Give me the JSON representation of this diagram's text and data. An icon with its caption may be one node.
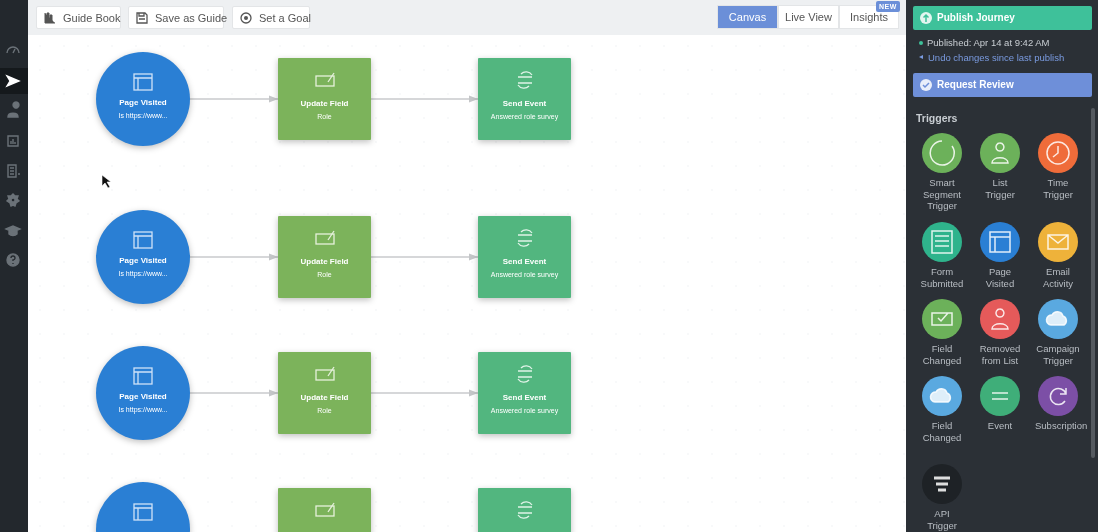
{
  "diagram": {
    "nodes": [
      {
        "text": [
          "Page Visited",
          "Is https://www..."
        ]
      },
      {
        "text": [
          "Update Field",
          "Role"
        ]
      },
      {
        "text": [
          "Send Event",
          "Answered role survey"
        ]
      },
      {
        "text": [
          "Page Visited",
          "Is https://www..."
        ]
      },
      {
        "text": [
          "Update Field",
          "Role"
        ]
      },
      {
        "text": [
          "Send Event",
          "Answered role survey"
        ]
      },
      {
        "text": [
          "Page Visited",
          "Is https://www..."
        ]
      },
      {
        "text": [
          "Update Field",
          "Role"
        ]
      },
      {
        "text": [
          "Send Event",
          "Answered role survey"
        ]
      },
      {
        "text": [],
        "shape": "circle"
      },
      {
        "text": [],
        "shape": "box"
      },
      {
        "text": [],
        "shape": "box"
      }
    ],
    "edges": [
      {
        "from": 0,
        "to": 1,
        "arrow": "to"
      },
      {
        "from": 1,
        "to": 2,
        "arrow": "to"
      },
      {
        "from": 3,
        "to": 4,
        "arrow": "to"
      },
      {
        "from": 4,
        "to": 5,
        "arrow": "to"
      },
      {
        "from": 6,
        "to": 7,
        "arrow": "to"
      },
      {
        "from": 7,
        "to": 8,
        "arrow": "to"
      }
    ],
    "labels": [
      "Guide Book",
      "Save as Guide",
      "Set a Goal",
      "Canvas",
      "Live View",
      "Insights",
      "NEW",
      "Publish Journey",
      "Published: Apr 14 at 9:42 AM",
      "Undo changes since last publish",
      "Request Review",
      "Triggers",
      "Smart Segment Trigger",
      "List Trigger",
      "Time Trigger",
      "Form Submitted",
      "Page Visited",
      "Email Activity",
      "Field Changed",
      "Removed from List",
      "Campaign Trigger",
      "Field Changed",
      "Event",
      "Subscription",
      "API Trigger"
    ]
  }
}
